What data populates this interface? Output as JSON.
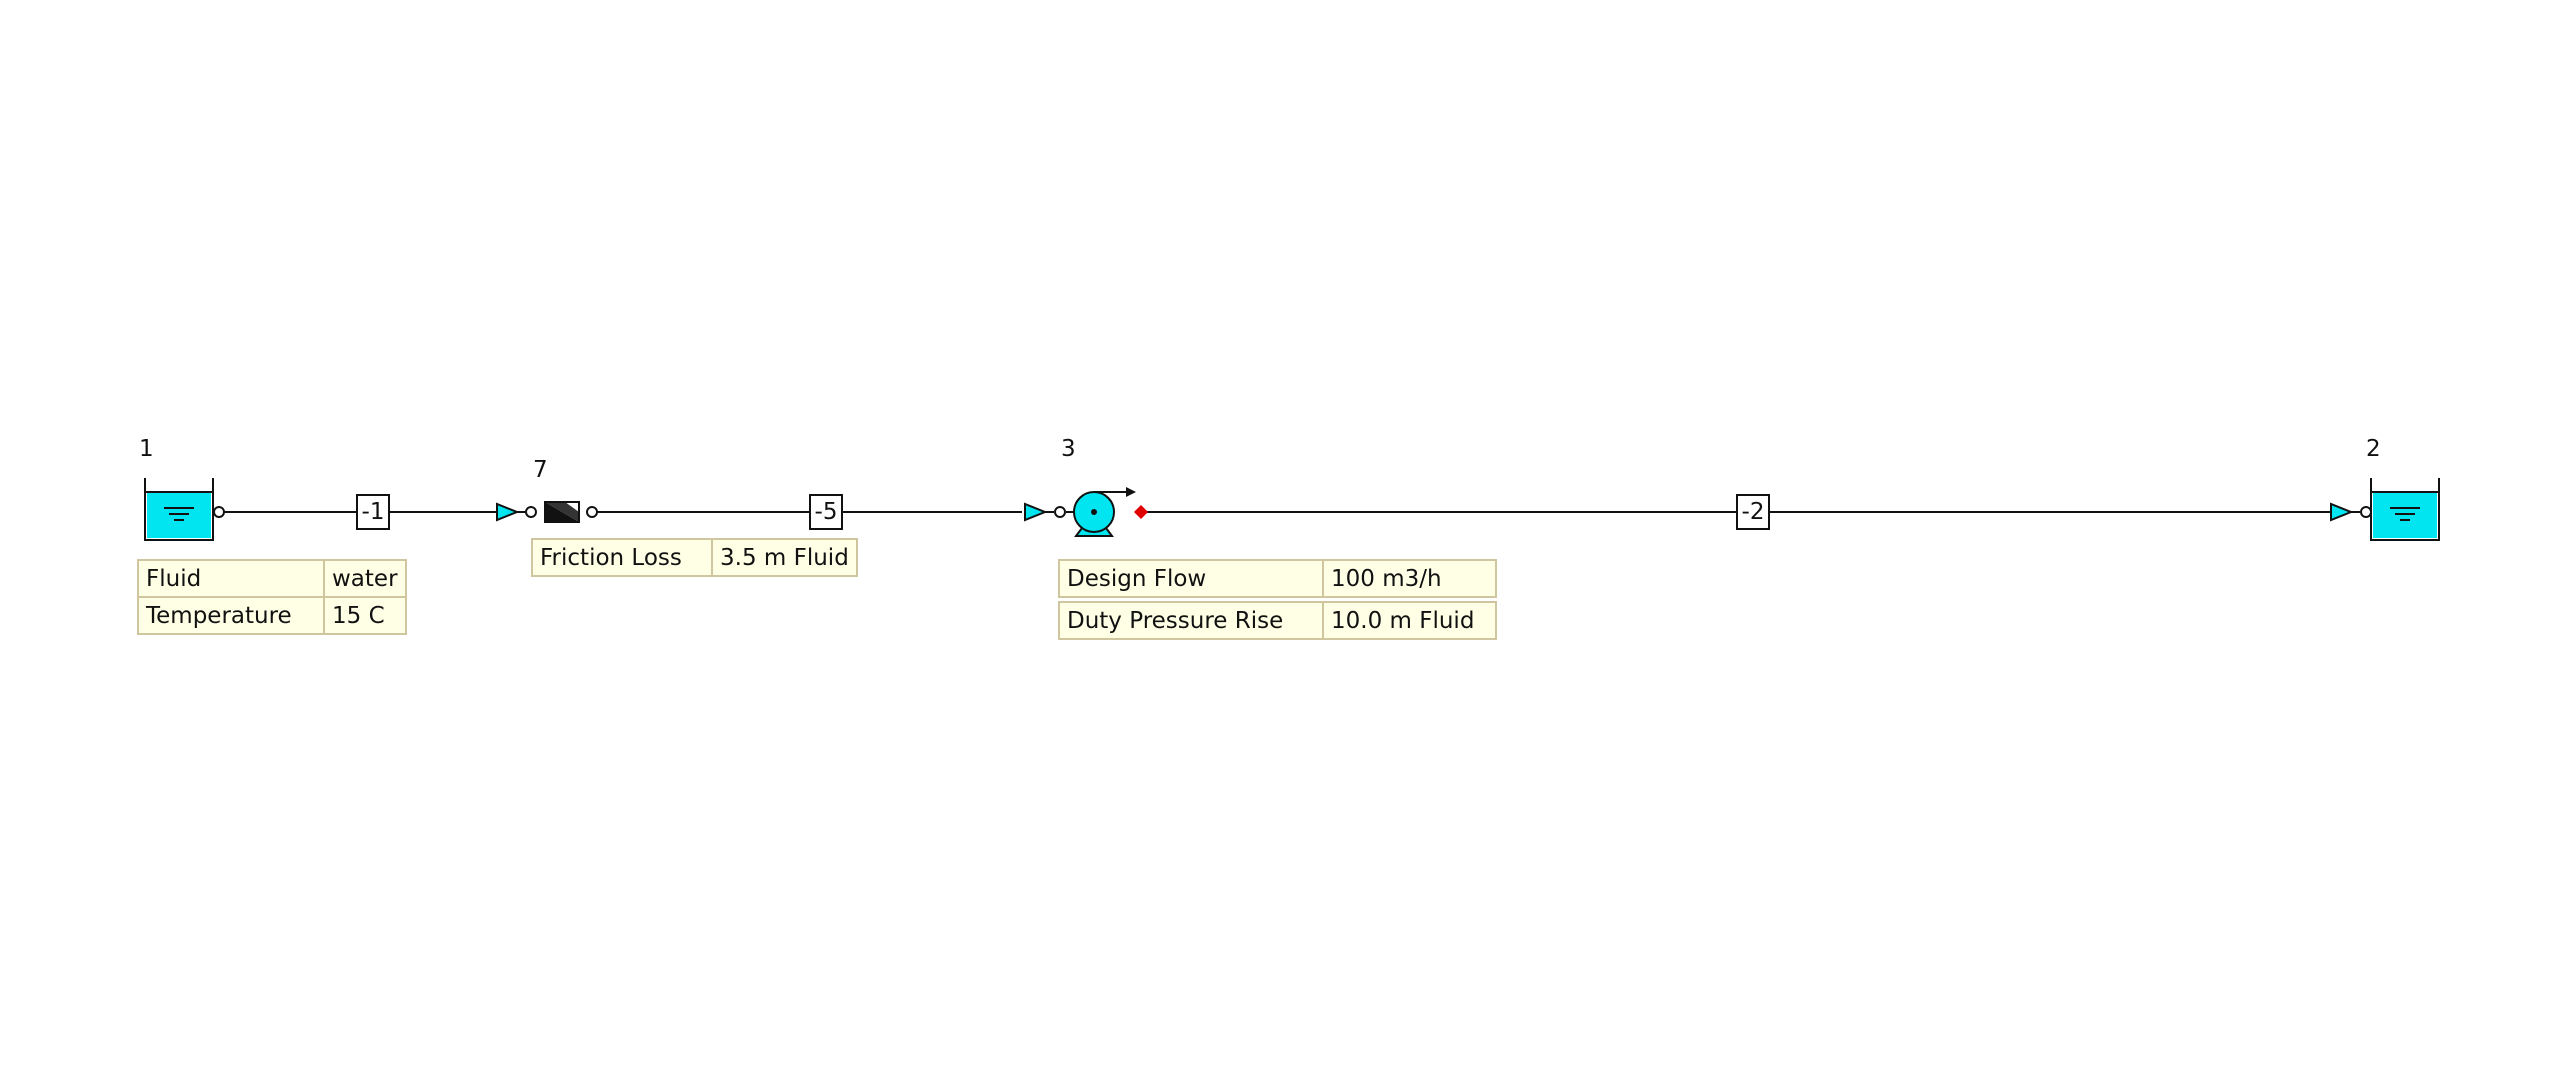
{
  "nodes": {
    "reservoir_1": {
      "label": "1"
    },
    "component_7": {
      "label": "7"
    },
    "pump_3": {
      "label": "3"
    },
    "reservoir_2": {
      "label": "2"
    }
  },
  "pipes": {
    "pipe_1": {
      "label": "-1"
    },
    "pipe_5": {
      "label": "-5"
    },
    "pipe_2": {
      "label": "-2"
    }
  },
  "fluid_table": {
    "rows": [
      {
        "key": "Fluid",
        "value": "water"
      },
      {
        "key": "Temperature",
        "value": "15 C"
      }
    ]
  },
  "friction_table": {
    "rows": [
      {
        "key": "Friction Loss",
        "value": "3.5 m Fluid"
      }
    ]
  },
  "pump_table": {
    "rows": [
      {
        "key": "Design Flow",
        "value": "100 m3/h"
      },
      {
        "key": "Duty Pressure Rise",
        "value": "10.0 m Fluid"
      }
    ]
  },
  "colors": {
    "reservoir_fill": "#00e5f0",
    "line": "#111111",
    "table_bg": "#ffffe6",
    "table_border": "#cfc6a0",
    "pump_outlet_marker": "#e00000"
  },
  "icons": {
    "reservoir": "reservoir-icon",
    "flow_arrow": "flow-arrow-icon",
    "friction_component": "friction-loss-icon",
    "pump": "pump-icon"
  }
}
